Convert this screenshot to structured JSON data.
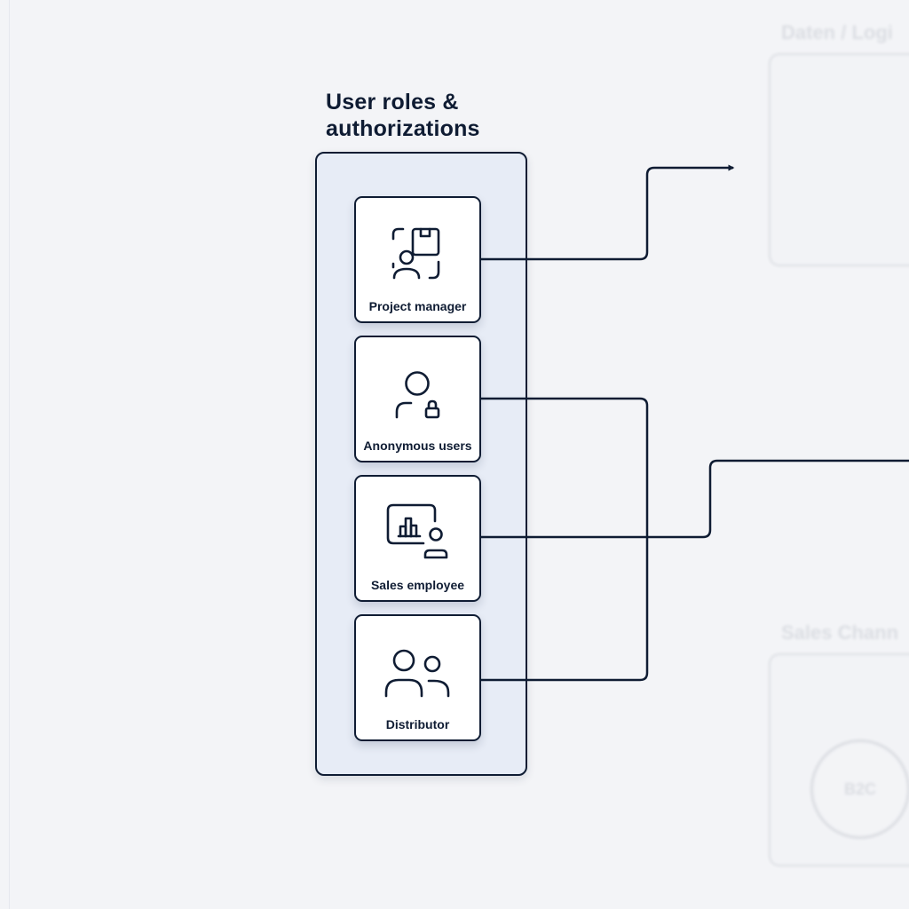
{
  "group": {
    "title": "User roles & authorizations"
  },
  "roles": [
    {
      "label": "Project manager",
      "icon": "user-scan-icon"
    },
    {
      "label": "Anonymous users",
      "icon": "user-lock-icon"
    },
    {
      "label": "Sales employee",
      "icon": "presentation-chart-user-icon"
    },
    {
      "label": "Distributor",
      "icon": "users-icon"
    }
  ],
  "background": {
    "top_right_title": "Daten / Logi",
    "bottom_right_title": "Sales Chann",
    "bottom_right_circle": "B2C"
  },
  "colors": {
    "ink": "#0f1c33",
    "group_fill": "#e7ecf6",
    "card_fill": "#ffffff",
    "page": "#f3f4f7"
  }
}
